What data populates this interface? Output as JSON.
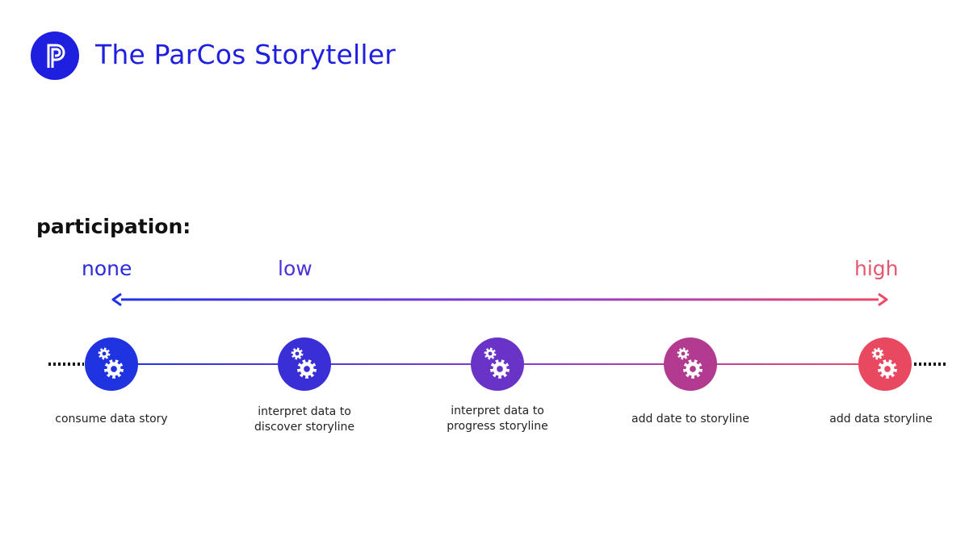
{
  "header": {
    "title": "The ParCos Storyteller",
    "logo_icon": "parcos-p-logo-icon",
    "brand_color": "#1f1fe0"
  },
  "scale": {
    "heading": "participation:",
    "levels": [
      {
        "label": "none",
        "color": "#2b2bdc"
      },
      {
        "label": "low",
        "color": "#4a33d8"
      },
      {
        "label": "high",
        "color": "#e6566f"
      }
    ],
    "arrow_colors": [
      "#1f32e6",
      "#8a3bd0",
      "#ee4a64"
    ]
  },
  "steps": [
    {
      "label": "consume data story",
      "icon": "gears-icon",
      "color": "#1f33e0"
    },
    {
      "label": "interpret data to discover storyline",
      "icon": "gears-icon",
      "color": "#3a2fd6"
    },
    {
      "label": "interpret data to progress storyline",
      "icon": "gears-icon",
      "color": "#6a33c8"
    },
    {
      "label": "add date to storyline",
      "icon": "gears-icon",
      "color": "#b23a8f"
    },
    {
      "label": "add data storyline",
      "icon": "gears-icon",
      "color": "#e84860"
    }
  ]
}
